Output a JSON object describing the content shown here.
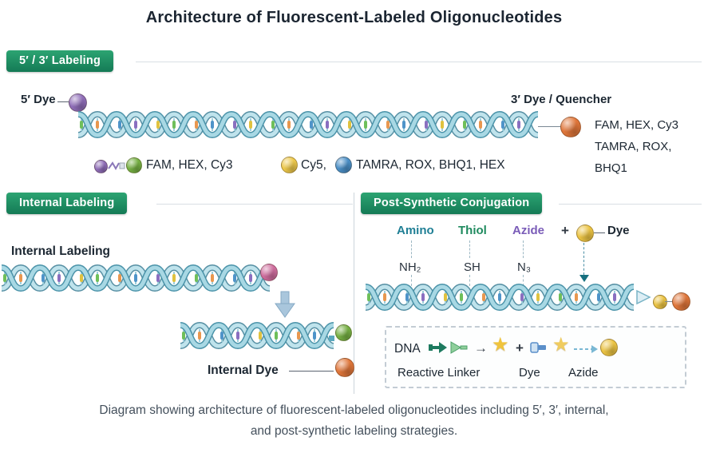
{
  "title": "Architecture of Fluorescent-Labeled Oligonucleotides",
  "caption": {
    "line1": "Diagram showing architecture of fluorescent-labeled oligonucleotides including 5′, 3′, internal,",
    "line2": "and post-synthetic labeling strategies."
  },
  "sections": {
    "end_labeling": {
      "header": "5′ / 3′ Labeling",
      "five_prime_label": "5′ Dye",
      "three_prime_label": "3′ Dye / Quencher",
      "three_prime_dyes": [
        "FAM, HEX, Cy3",
        "TAMRA, ROX,",
        "BHQ1"
      ],
      "legend": {
        "group1_label": "FAM, HEX, Cy3",
        "group2_label": "Cy5,",
        "group3_label": "TAMRA, ROX, BHQ1, HEX"
      }
    },
    "internal_labeling": {
      "header": "Internal Labeling",
      "title": "Internal Labeling",
      "internal_dye_label": "Internal Dye"
    },
    "post_synthetic": {
      "header": "Post-Synthetic Conjugation",
      "groups": [
        {
          "name": "Amino",
          "formula": "NH₂",
          "color": "#1f7f95"
        },
        {
          "name": "Thiol",
          "formula": "SH",
          "color": "#1e8a5e"
        },
        {
          "name": "Azide",
          "formula": "N₃",
          "color": "#7a5cb8"
        }
      ],
      "plus": "+",
      "dye_label": "Dye",
      "scheme": {
        "dna_label": "DNA",
        "arrow": "→",
        "plus": "+",
        "star": "★",
        "reactive_linker_label": "Reactive Linker",
        "dye_label": "Dye",
        "azide_label": "Azide"
      }
    }
  },
  "colors": {
    "header_green": "#1e8a5f",
    "purple": "#8f6db8",
    "green": "#76b043",
    "orange": "#e0763a",
    "yellow": "#edc84a",
    "blue": "#4a8fc7",
    "pink": "#cf6d9e",
    "gold": "#ecc443"
  }
}
